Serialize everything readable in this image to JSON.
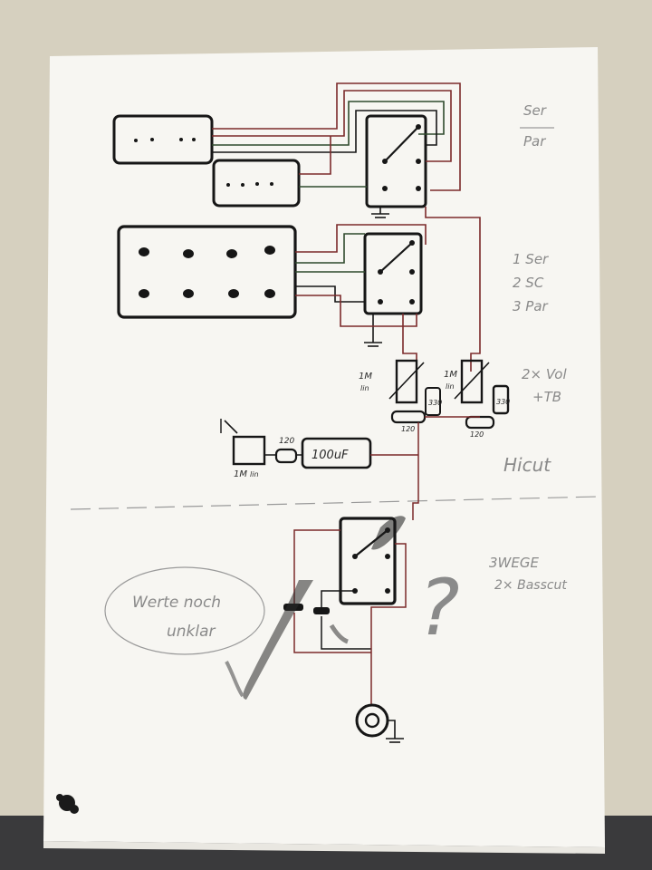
{
  "scene": {
    "background_color": "#d9d4c4",
    "paper_color": "#f7f6f2",
    "ink_colors": {
      "black": "#161616",
      "red": "#7b2a2a",
      "green": "#2f4a2c",
      "pencil": "#8a8a8a"
    }
  },
  "notes": {
    "switch1_top": "Ser",
    "switch1_bottom": "Par",
    "switch2_line1": "1 Ser",
    "switch2_line2": "2 SC",
    "switch2_line3": "3 Par",
    "pots_line1": "2× Vol",
    "pots_line2": "+TB",
    "hicut": "Hicut",
    "switch3_line1": "3WEGE",
    "switch3_line2": "2× Basscut",
    "bubble_line1": "Werte noch",
    "bubble_line2": "unklar",
    "question": "?"
  },
  "labels": {
    "pot_a_value": "1M",
    "pot_a_taper": "lin",
    "pot_b_value": "1M",
    "pot_b_taper": "lin",
    "pot_c_value": "1M",
    "pot_c_taper": "lin",
    "res_a": "330",
    "res_b": "330",
    "cap_a": "120",
    "cap_b": "120",
    "cap_c": "120",
    "electrolytic": "100uF"
  }
}
